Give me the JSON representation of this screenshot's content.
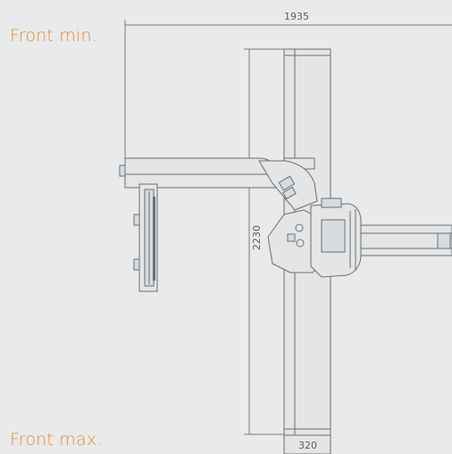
{
  "labels": {
    "top": "Front min.",
    "bottom": "Front max."
  },
  "dimensions": {
    "width": "1935",
    "height": "2230",
    "base": "320"
  },
  "colors": {
    "label": "#e88a2c",
    "line": "#6b6f73",
    "background": "#e8eaeb"
  }
}
